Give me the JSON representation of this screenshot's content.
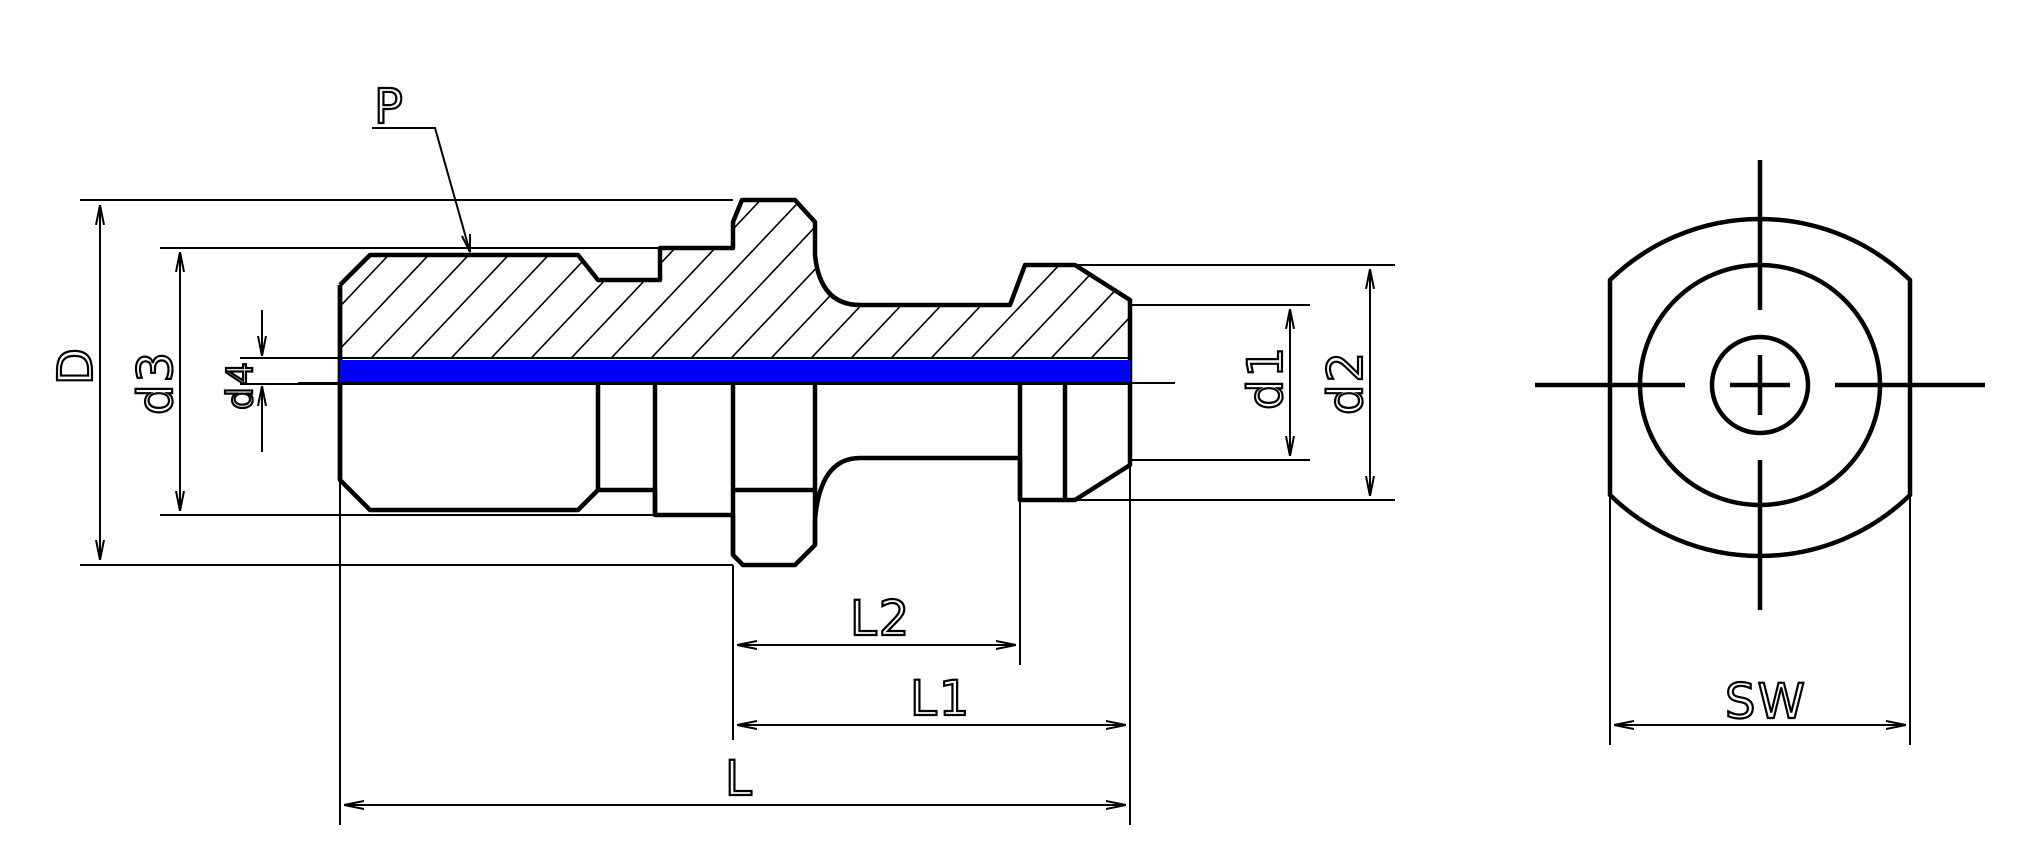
{
  "labels": {
    "p": "P",
    "d": "D",
    "d3": "d3",
    "d4": "d4",
    "d1": "d1",
    "d2": "d2",
    "l2": "L2",
    "l1": "L1",
    "l": "L",
    "sw": "SW"
  },
  "colors": {
    "line": "#000000",
    "bore": "#0000ff",
    "background": "#ffffff"
  }
}
